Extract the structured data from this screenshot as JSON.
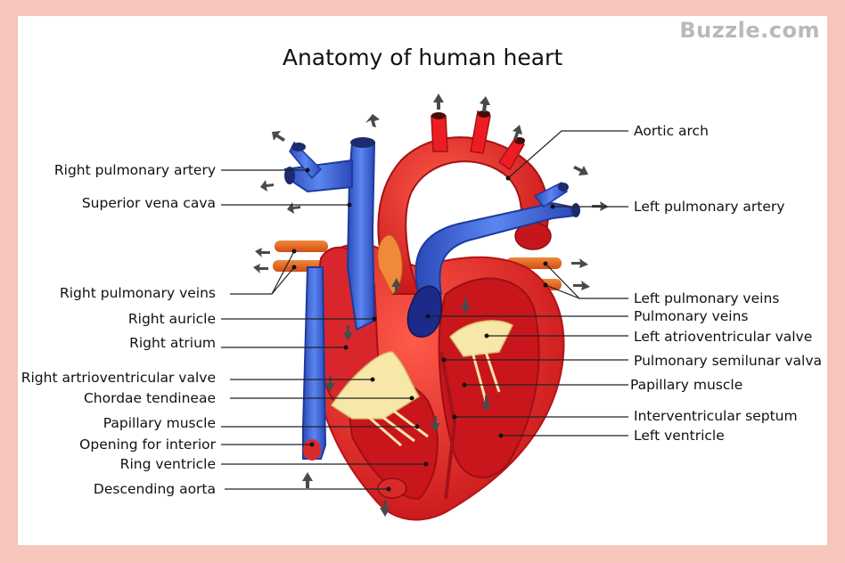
{
  "title": "Anatomy of human heart",
  "watermark": "Buzzle.com",
  "colors": {
    "background_border": "#f6c6bc",
    "artery_red": "#ee1d23",
    "vein_blue": "#3b62d6",
    "muscle_red": "#e8413b",
    "valve_cream": "#f7e7a8",
    "pulmonary_orange": "#e8611e"
  },
  "labels_left": [
    "Right pulmonary artery",
    "Superior vena cava",
    "Right pulmonary veins",
    "Right auricle",
    "Right atrium",
    "Right artrioventricular valve",
    "Chordae tendineae",
    "Papillary muscle",
    "Opening for interior",
    "Ring ventricle",
    "Descending aorta"
  ],
  "labels_right": [
    "Aortic arch",
    "Left pulmonary artery",
    "Left pulmonary veins",
    "Pulmonary veins",
    "Left atrioventricular valve",
    "Pulmonary semilunar valva",
    "Papillary muscle",
    "Interventricular septum",
    "Left ventricle"
  ]
}
